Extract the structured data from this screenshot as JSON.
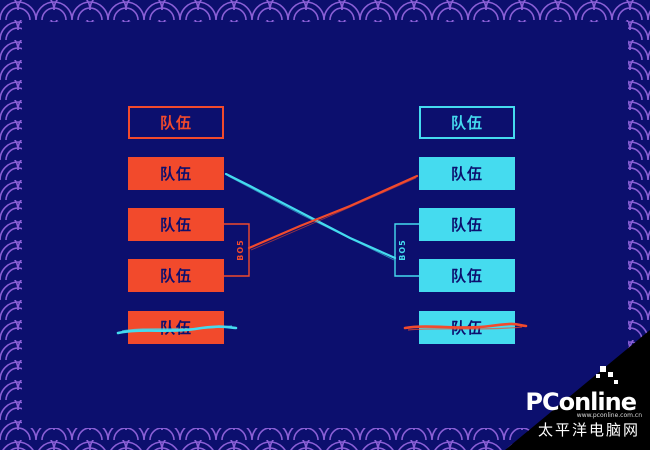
{
  "bracket": {
    "left_header": "队伍",
    "left_teams": [
      "队伍",
      "队伍",
      "队伍",
      "队伍"
    ],
    "right_header": "队伍",
    "right_teams": [
      "队伍",
      "队伍",
      "队伍",
      "队伍"
    ],
    "left_series_label": "BO5",
    "right_series_label": "BO5"
  },
  "colors": {
    "background": "#0c0f6e",
    "left_accent": "#f24a2c",
    "right_accent": "#45dbef",
    "pattern": "#8a5fd6"
  },
  "watermark": {
    "brand": "PConline",
    "domain": "www.pconline.com.cn",
    "cn": "太平洋电脑网"
  }
}
